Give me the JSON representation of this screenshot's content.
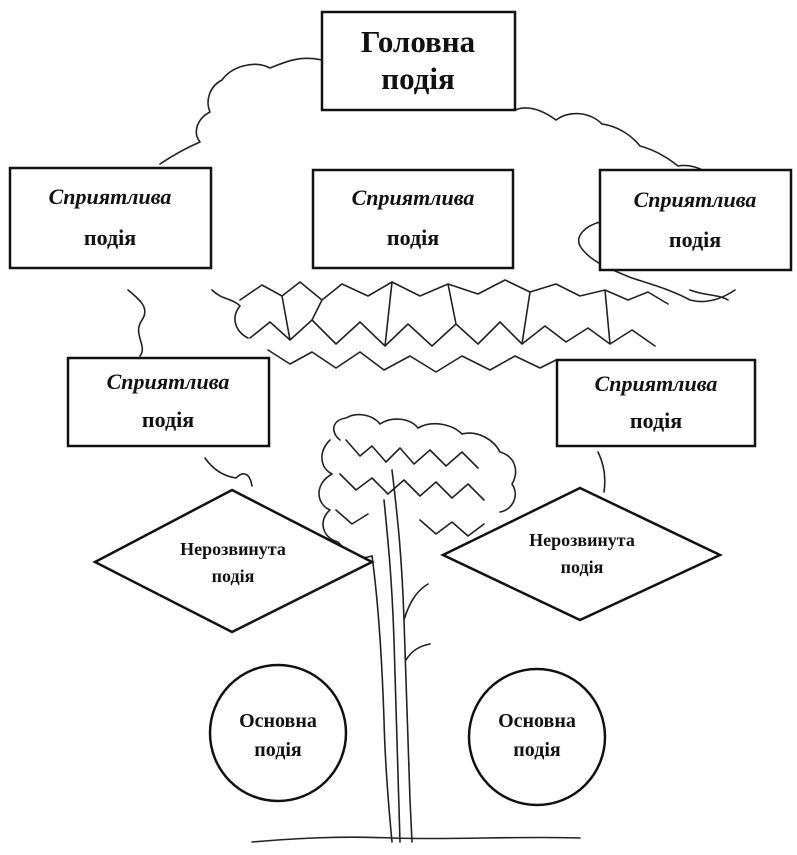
{
  "diagram": {
    "main_event": {
      "line1": "Головна",
      "line2": "подія"
    },
    "favorable_events": [
      {
        "line1": "Сприятлива",
        "line2": "подія"
      },
      {
        "line1": "Сприятлива",
        "line2": "подія"
      },
      {
        "line1": "Сприятлива",
        "line2": "подія"
      },
      {
        "line1": "Сприятлива",
        "line2": "подія"
      },
      {
        "line1": "Сприятлива",
        "line2": "подія"
      }
    ],
    "undeveloped_events": [
      {
        "line1": "Нерозвинута",
        "line2": "подія"
      },
      {
        "line1": "Нерозвинута",
        "line2": "подія"
      }
    ],
    "basic_events": [
      {
        "line1": "Основна",
        "line2": "подія"
      },
      {
        "line1": "Основна",
        "line2": "подія"
      }
    ]
  },
  "colors": {
    "ink": "#111111",
    "background": "#ffffff"
  }
}
